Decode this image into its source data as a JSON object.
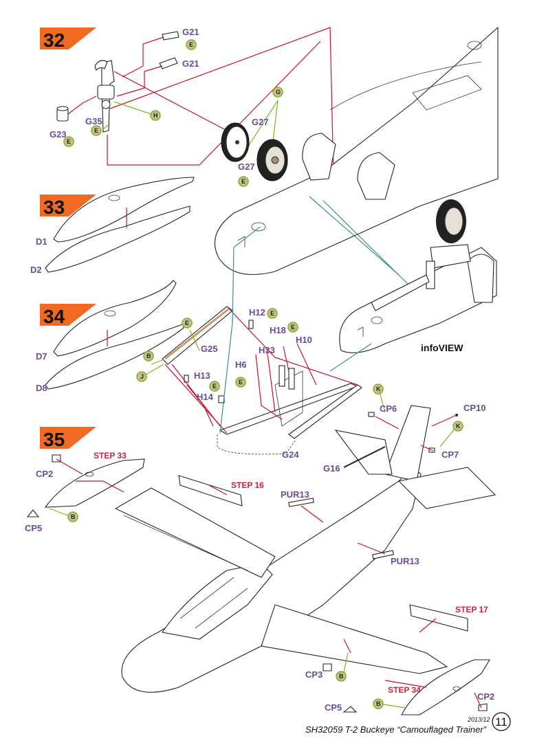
{
  "steps": [
    {
      "number": "32"
    },
    {
      "number": "33"
    },
    {
      "number": "34"
    },
    {
      "number": "35"
    }
  ],
  "parts": {
    "g21_top": "G21",
    "g21_bottom": "G21",
    "g23": "G23",
    "g35": "G35",
    "g27_a": "G27",
    "g27_b": "G27",
    "d1": "D1",
    "d2": "D2",
    "d7": "D7",
    "d8": "D8",
    "g25": "G25",
    "h12": "H12",
    "h18": "H18",
    "h10": "H10",
    "h33": "H33",
    "h6": "H6",
    "h13": "H13",
    "h14": "H14",
    "g24": "G24",
    "cp2_a": "CP2",
    "cp5_a": "CP5",
    "cp6": "CP6",
    "cp10": "CP10",
    "cp7": "CP7",
    "g16": "G16",
    "pur13_a": "PUR13",
    "pur13_b": "PUR13",
    "cp3": "CP3",
    "cp5_b": "CP5",
    "cp2_b": "CP2"
  },
  "step_refs": {
    "ref33": "STEP 33",
    "ref16": "STEP 16",
    "ref17": "STEP 17",
    "ref34": "STEP 34"
  },
  "glue_tags": {
    "e": "E",
    "g": "G",
    "h": "H",
    "b": "B",
    "j": "J",
    "k": "K"
  },
  "info_view": "infoVIEW",
  "footer": {
    "title": "SH32059 T-2 Buckeye “Camouflaged Trainer”",
    "date": "2013/12",
    "page": "11"
  },
  "colors": {
    "step_banner": "#f26a21",
    "part_label": "#6b4a9a",
    "step_ref": "#d41f3a",
    "arrow": "#c8102e",
    "glue": "#7ab51d",
    "info_line": "#3a8c8c"
  }
}
